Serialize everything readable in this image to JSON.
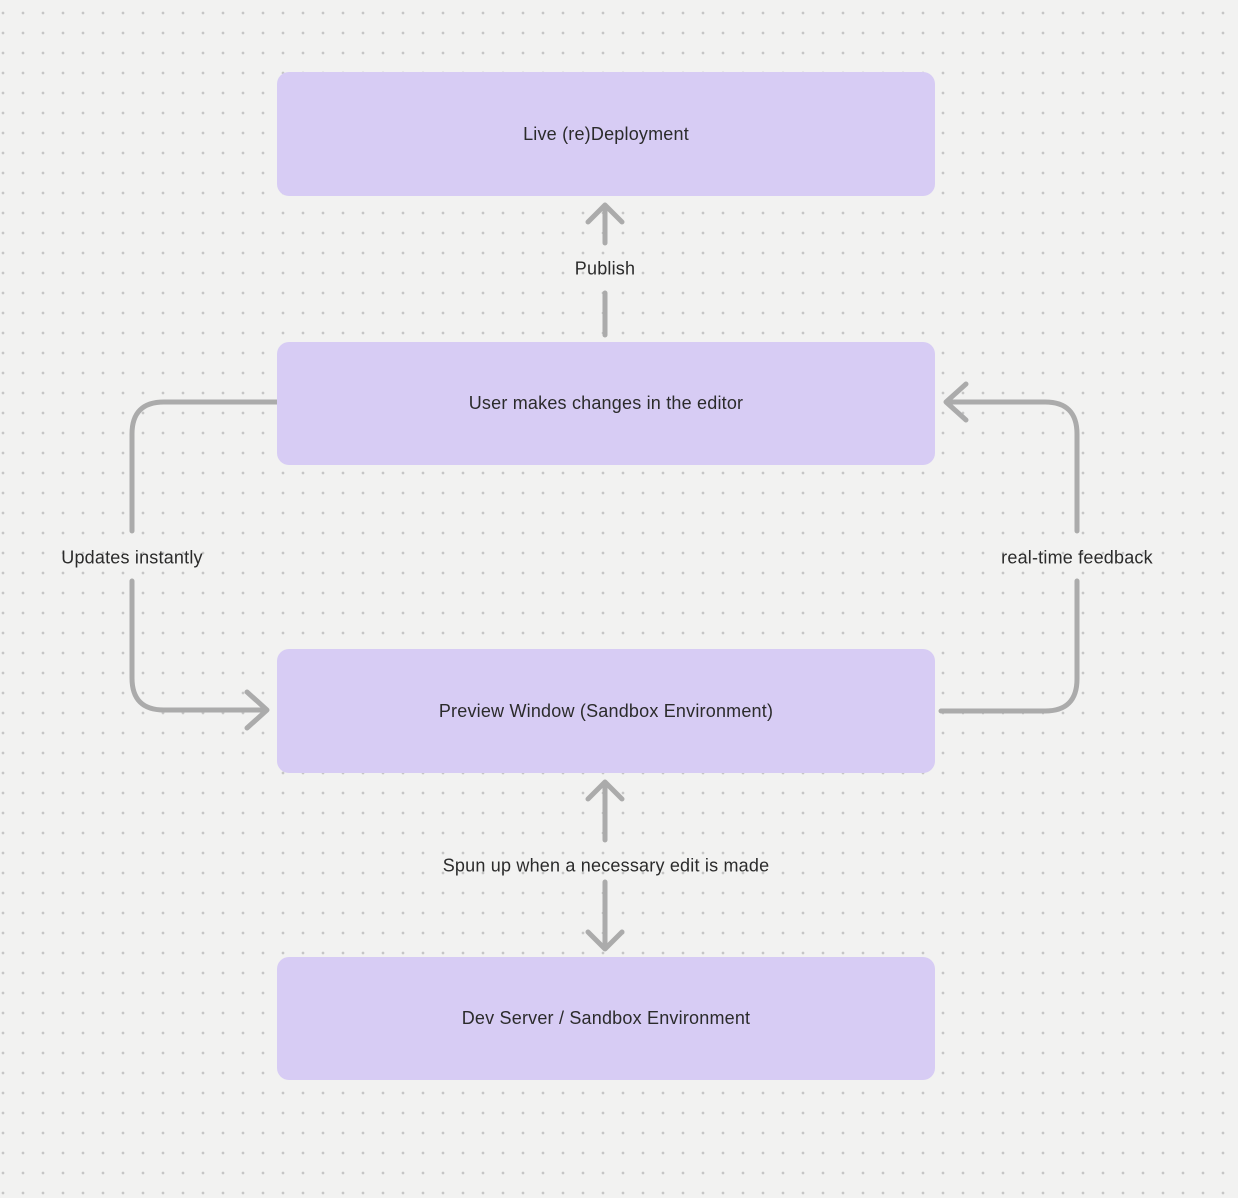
{
  "diagram": {
    "nodes": [
      {
        "id": "live-redeployment",
        "label": "Live (re)Deployment"
      },
      {
        "id": "user-editor",
        "label": "User makes changes in the editor"
      },
      {
        "id": "preview-window",
        "label": "Preview Window (Sandbox Environment)"
      },
      {
        "id": "dev-server",
        "label": "Dev Server / Sandbox Environment"
      }
    ],
    "edges": [
      {
        "id": "publish",
        "label": "Publish",
        "from": "user-editor",
        "to": "live-redeployment",
        "arrow": "up"
      },
      {
        "id": "updates-instantly",
        "label": "Updates instantly",
        "from": "user-editor",
        "to": "preview-window",
        "arrow": "left-loop-into-preview"
      },
      {
        "id": "real-time-feedback",
        "label": "real-time feedback",
        "from": "preview-window",
        "to": "user-editor",
        "arrow": "right-loop-into-editor"
      },
      {
        "id": "spun-up",
        "label": "Spun up when a necessary edit is made",
        "from": "preview-window",
        "to": "dev-server",
        "arrow": "both"
      }
    ],
    "colors": {
      "background": "#f2f2f1",
      "grid_dot": "#c6c6c6",
      "node_fill": "#d7ccf4",
      "edge_stroke": "#ababab",
      "text": "#2b2b2b"
    }
  }
}
